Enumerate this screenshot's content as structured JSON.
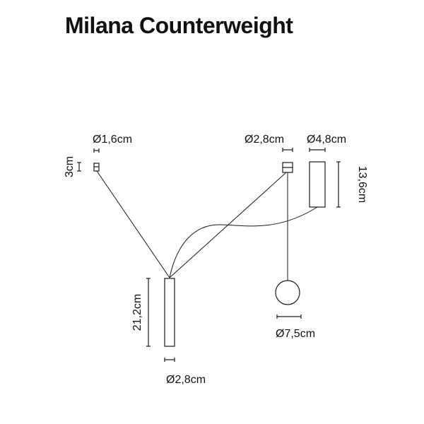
{
  "title": "Milana Counterweight",
  "dimensions": {
    "canopy_small_diameter": "Ø1,6cm",
    "canopy_small_height": "3cm",
    "canopy_large_diameter": "Ø2,8cm",
    "counterweight_diameter": "Ø4,8cm",
    "counterweight_height": "13,6cm",
    "tube_height": "21,2cm",
    "tube_diameter": "Ø2,8cm",
    "globe_diameter": "Ø7,5cm"
  }
}
